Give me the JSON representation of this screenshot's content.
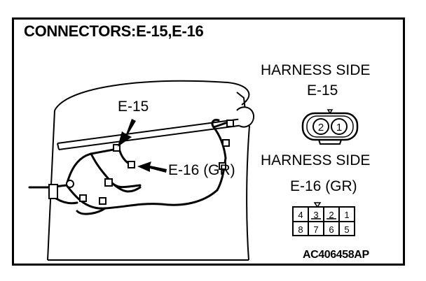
{
  "title": "CONNECTORS:E-15,E-16",
  "callouts": {
    "e15": "E-15",
    "e16": "E-16 (GR)"
  },
  "harness_e15": {
    "heading": "HARNESS SIDE",
    "connector": "E-15",
    "pins": [
      "2",
      "1"
    ]
  },
  "harness_e16": {
    "heading": "HARNESS SIDE",
    "connector": "E-16 (GR)",
    "pins_top": [
      "4",
      "3",
      "2",
      "1"
    ],
    "pins_bottom": [
      "8",
      "7",
      "6",
      "5"
    ]
  },
  "figure_code": "AC406458AP"
}
